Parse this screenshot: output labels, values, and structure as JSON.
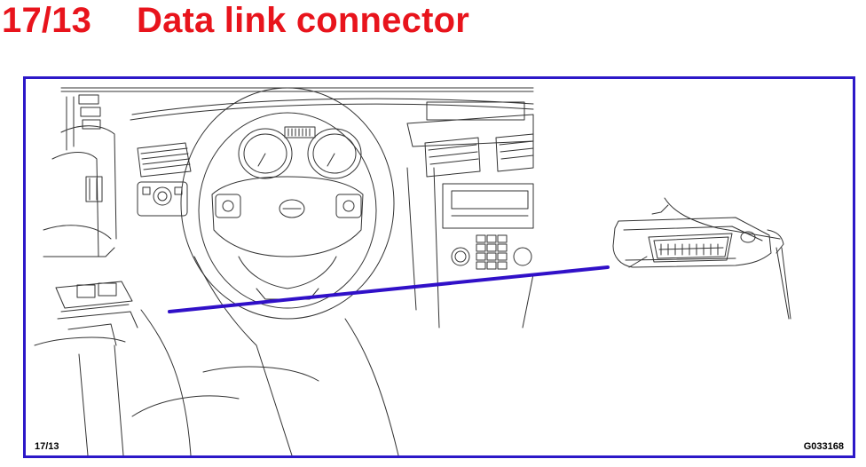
{
  "page": {
    "number": "17/13",
    "title": "Data link connector"
  },
  "figure": {
    "page_ref": "17/13",
    "figure_id": "G033168",
    "leader_color": "#3010c8",
    "frame_color": "#2c18c8",
    "title_color": "#e8141c"
  }
}
